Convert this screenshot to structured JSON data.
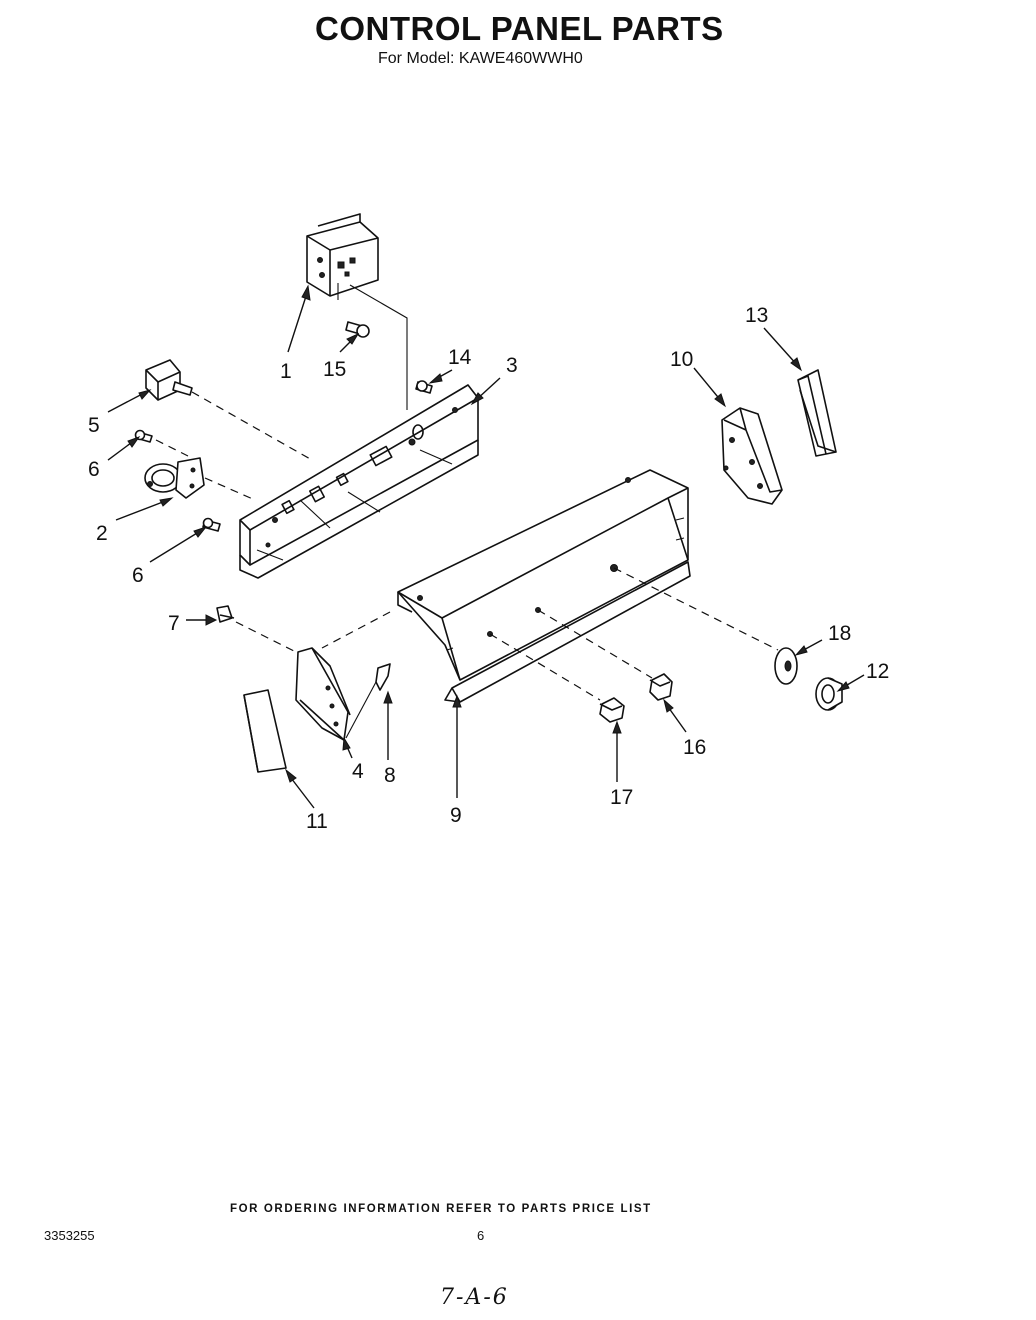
{
  "header": {
    "title": "CONTROL PANEL PARTS",
    "subtitle": "For Model: KAWE460WWH0"
  },
  "callouts": [
    "1",
    "2",
    "3",
    "4",
    "5",
    "6",
    "6",
    "7",
    "8",
    "9",
    "10",
    "11",
    "12",
    "13",
    "14",
    "15",
    "16",
    "17",
    "18"
  ],
  "footer": {
    "ordering_note": "FOR ORDERING INFORMATION REFER TO PARTS PRICE LIST",
    "doc_number": "3353255",
    "page_number": "6",
    "handwritten_mark": "7-A-6"
  }
}
